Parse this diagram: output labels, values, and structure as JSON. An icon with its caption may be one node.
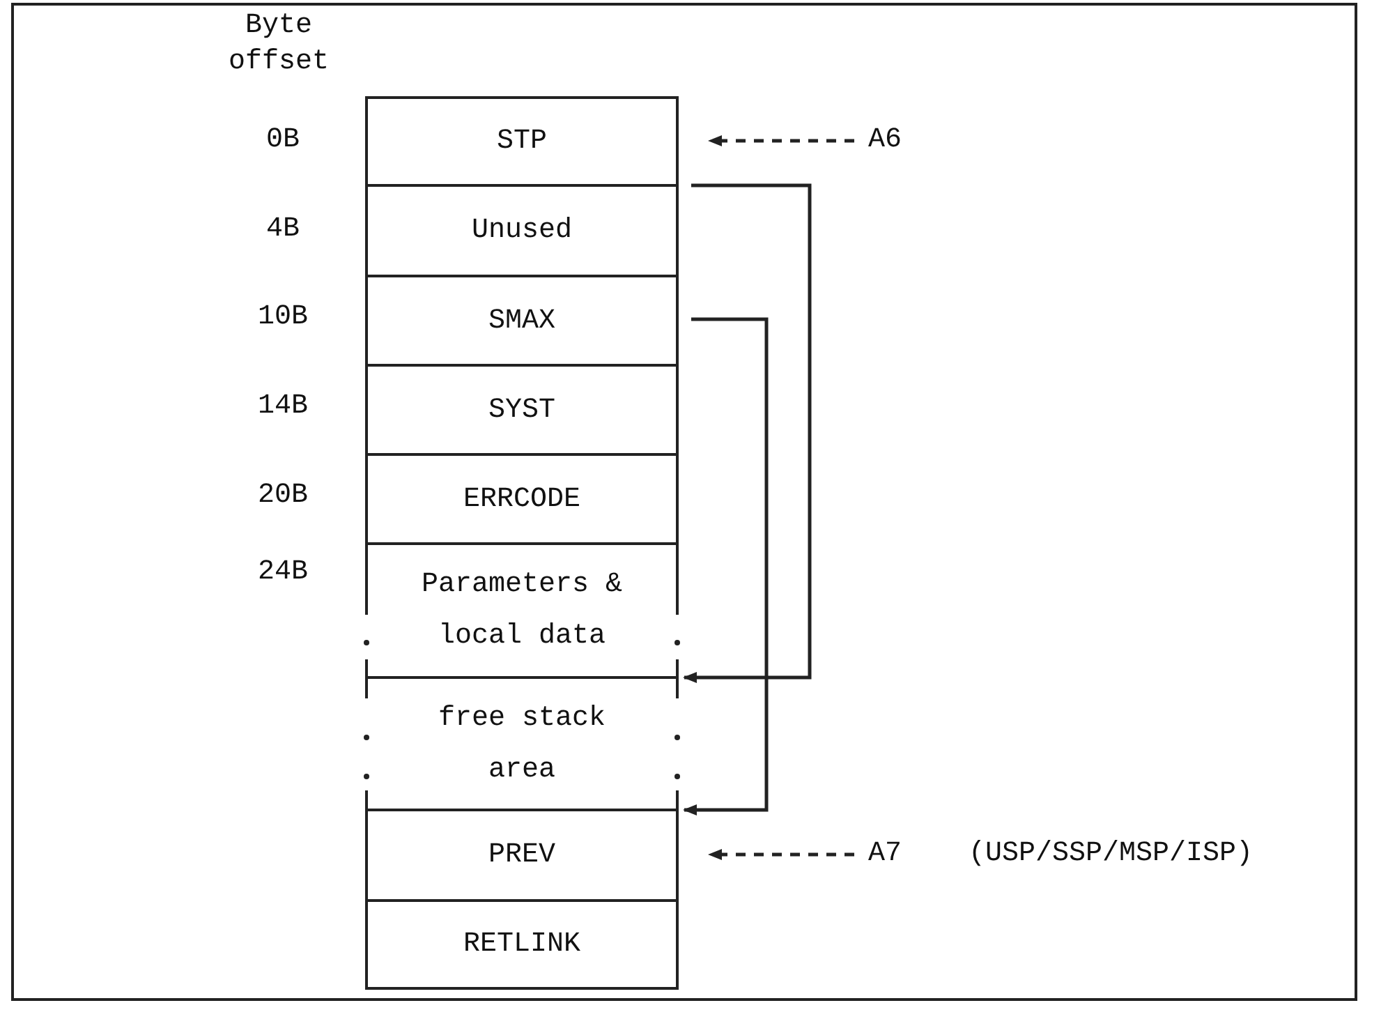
{
  "diagram": {
    "nodes": [
      {
        "text": [
          "STP"
        ]
      },
      {
        "text": [
          "Unused"
        ]
      },
      {
        "text": [
          "SMAX"
        ]
      },
      {
        "text": [
          "SYST"
        ]
      },
      {
        "text": [
          "ERRCODE"
        ]
      },
      {
        "text": [
          "Parameters & local data"
        ]
      },
      {
        "text": [
          "free stack area"
        ]
      },
      {
        "text": [
          "PREV"
        ]
      },
      {
        "text": [
          "RETLINK"
        ]
      },
      {
        "text": [
          "A6"
        ]
      },
      {
        "text": [
          "A7"
        ],
        "beside": [
          "(USP/SSP/MSP/ISP)"
        ]
      }
    ],
    "edges": [
      {
        "from": 9,
        "to": 0,
        "arrow": "to",
        "style": "dashed"
      },
      {
        "from": 0,
        "to": 6,
        "arrow": "to"
      },
      {
        "from": 2,
        "to": 7,
        "arrow": "to"
      },
      {
        "from": 10,
        "to": 7,
        "arrow": "to",
        "style": "dashed"
      }
    ],
    "labels": [
      "Byte offset",
      "0B",
      "4B",
      "10B",
      "14B",
      "20B",
      "24B"
    ]
  }
}
